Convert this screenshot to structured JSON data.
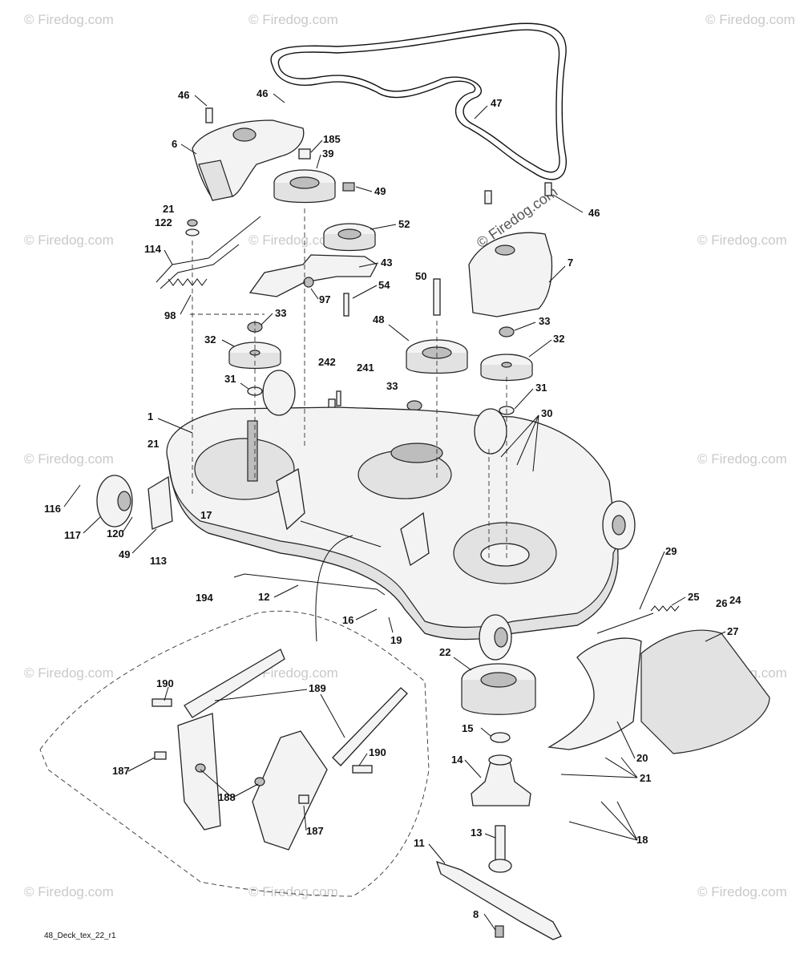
{
  "diagram": {
    "caption": "48_Deck_tex_22_r1",
    "watermark": "© Firedog.com",
    "watermark_center": "© Firedog.com"
  },
  "callouts": {
    "c46a": "46",
    "c46b": "46",
    "c46c": "46",
    "c6": "6",
    "c185": "185",
    "c39": "39",
    "c47": "47",
    "c49a": "49",
    "c52": "52",
    "c21a": "21",
    "c122": "122",
    "c114": "114",
    "c43": "43",
    "c7": "7",
    "c50": "50",
    "c54": "54",
    "c97": "97",
    "c98": "98",
    "c33a": "33",
    "c48": "48",
    "c33b": "33",
    "c32a": "32",
    "c32b": "32",
    "c242": "242",
    "c241": "241",
    "c31a": "31",
    "c33c": "33",
    "c31b": "31",
    "c1": "1",
    "c30": "30",
    "c21b": "21",
    "c116": "116",
    "c17": "17",
    "c117": "117",
    "c120": "120",
    "c49b": "49",
    "c113": "113",
    "c29": "29",
    "c25": "25",
    "c26": "26",
    "c24": "24",
    "c194": "194",
    "c12": "12",
    "c16": "16",
    "c19": "19",
    "c27": "27",
    "c22": "22",
    "c190a": "190",
    "c189": "189",
    "c15": "15",
    "c20": "20",
    "c21c": "21",
    "c14": "14",
    "c187a": "187",
    "c190b": "190",
    "c188": "188",
    "c187b": "187",
    "c18": "18",
    "c13": "13",
    "c11": "11",
    "c8": "8"
  }
}
